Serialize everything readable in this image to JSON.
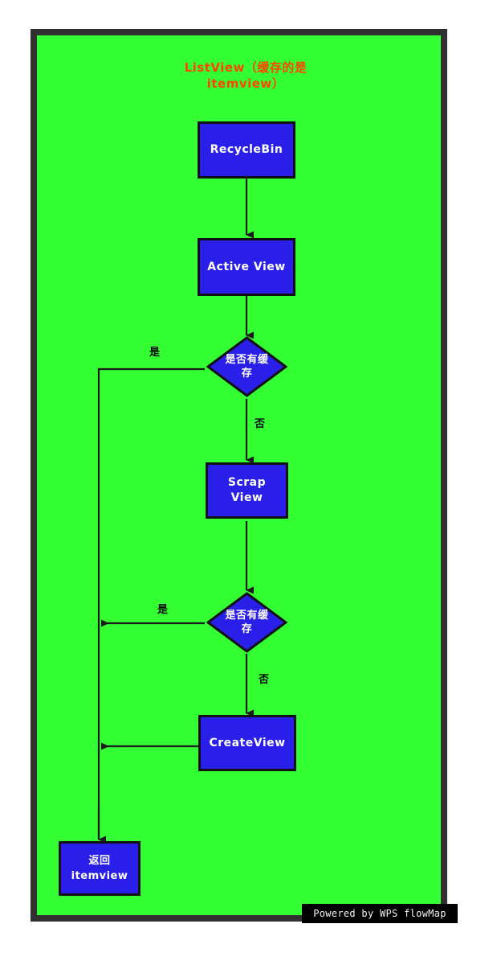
{
  "diagram": {
    "title": "ListView（缓存的是\nitemview）",
    "title_color": "#ff4400",
    "canvas_color": "#33ff33",
    "frame_color": "#303030",
    "node_fill": "#2a1fe8",
    "node_border": "#101010",
    "node_text_color": "#ffffff",
    "edge_color": "#1a1a1a"
  },
  "nodes": [
    {
      "id": "recyclebin",
      "label": "RecycleBin",
      "shape": "rect"
    },
    {
      "id": "activeview",
      "label": "Active View",
      "shape": "rect"
    },
    {
      "id": "decision1",
      "label": "是否有缓\n存",
      "shape": "diamond"
    },
    {
      "id": "scrapview",
      "label": "Scrap\nView",
      "shape": "rect"
    },
    {
      "id": "decision2",
      "label": "是否有缓\n存",
      "shape": "diamond"
    },
    {
      "id": "createview",
      "label": "CreateView",
      "shape": "rect"
    },
    {
      "id": "returnitem",
      "label": "返回\nitemview",
      "shape": "rect"
    }
  ],
  "edge_labels": {
    "yes1": "是",
    "no1": "否",
    "yes2": "是",
    "no2": "否"
  },
  "watermark": {
    "text": "Powered by WPS flowMap"
  }
}
